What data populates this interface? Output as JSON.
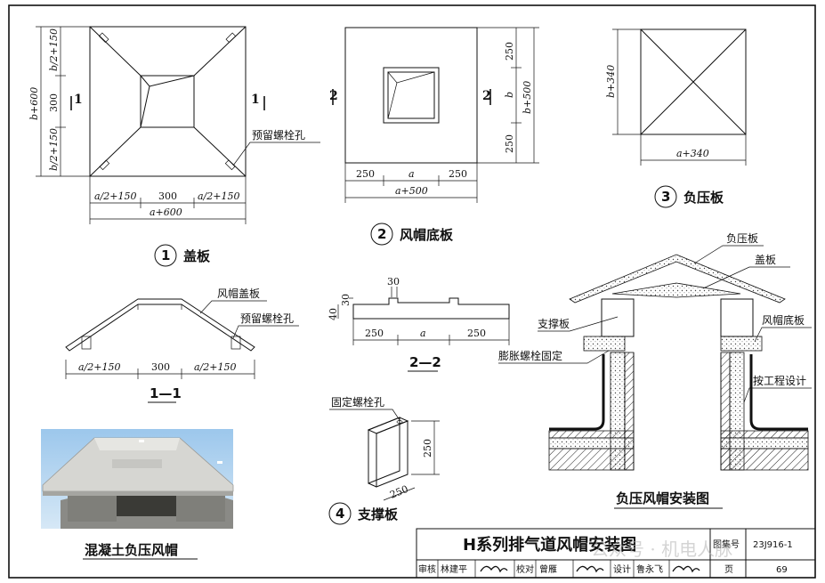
{
  "captions": {
    "cover": "盖板",
    "cover_no": "1",
    "base": "风帽底板",
    "base_no": "2",
    "neg": "负压板",
    "neg_no": "3",
    "support": "支撑板",
    "support_no": "4",
    "sec11": "1—1",
    "sec22": "2—2",
    "photo": "混凝土负压风帽",
    "install": "负压风帽安装图"
  },
  "cover_plan": {
    "sec_mark": "1",
    "dim_left_total": "b+600",
    "dim_left_top": "b/2+150",
    "dim_left_mid": "300",
    "dim_left_bot": "b/2+150",
    "dim_bot_left": "a/2+150",
    "dim_bot_mid": "300",
    "dim_bot_right": "a/2+150",
    "dim_bot_total": "a+600",
    "hole_label": "预留螺栓孔"
  },
  "base_plan": {
    "sec_mark": "2",
    "dim_r_top": "250",
    "dim_r_mid": "b",
    "dim_r_bot": "250",
    "dim_r_total": "b+500",
    "dim_b_left": "250",
    "dim_b_mid": "a",
    "dim_b_right": "250",
    "dim_b_total": "a+500"
  },
  "neg_plan": {
    "dim_left": "b+340",
    "dim_bot": "a+340"
  },
  "section11": {
    "label_cover": "风帽盖板",
    "label_hole": "预留螺栓孔",
    "dim_left": "a/2+150",
    "dim_mid": "300",
    "dim_right": "a/2+150"
  },
  "section22": {
    "dim_top": "30",
    "dim_step": "30",
    "dim_h": "40",
    "dim_left": "250",
    "dim_mid": "a",
    "dim_right": "250"
  },
  "support_board": {
    "hole_label": "固定螺栓孔",
    "dim_h": "250",
    "dim_w": "250"
  },
  "install": {
    "neg_board": "负压板",
    "cover": "盖板",
    "support": "支撑板",
    "base": "风帽底板",
    "bolt": "膨胀螺栓固定",
    "design": "按工程设计"
  },
  "title_block": {
    "title": "H系列排气道风帽安装图",
    "atlas_label": "图集号",
    "atlas_no": "23J916-1",
    "review_label": "审核",
    "reviewer": "林建平",
    "check_label": "校对",
    "checker": "曾雁",
    "design_label": "设计",
    "designer": "鲁永飞",
    "page_label": "页",
    "page_no": "69",
    "watermark": "公众号 · 机电人脉"
  }
}
